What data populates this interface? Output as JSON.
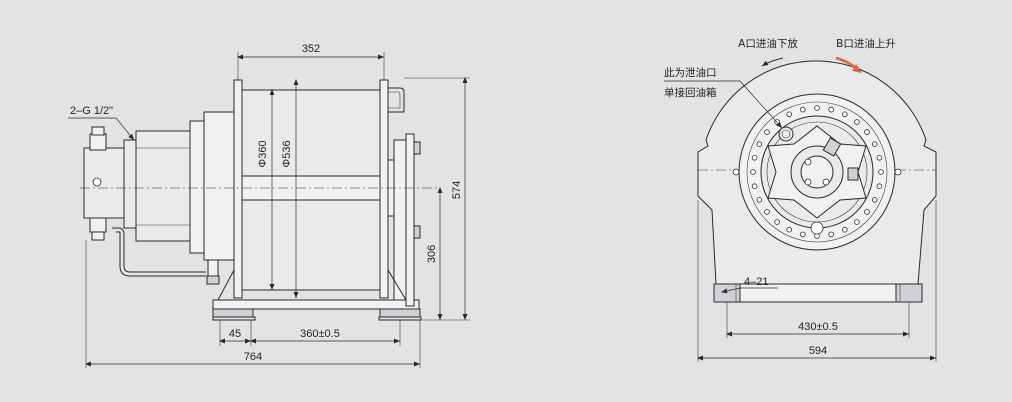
{
  "side_view": {
    "port_label": "2–G 1/2\"",
    "dims": {
      "drum_width": "352",
      "drum_dia": "Φ360",
      "flange_dia": "Φ536",
      "total_height": "574",
      "axis_height": "306",
      "offset": "45",
      "mount_spacing": "360±0.5",
      "total_length": "764"
    }
  },
  "front_view": {
    "label_a": "A口进油下放",
    "label_b": "B口进油上升",
    "drain_label_1": "此为泄油口",
    "drain_label_2": "单接回油箱",
    "dims": {
      "holes": "4–21",
      "mount_spacing": "430±0.5",
      "total_width": "594"
    }
  }
}
